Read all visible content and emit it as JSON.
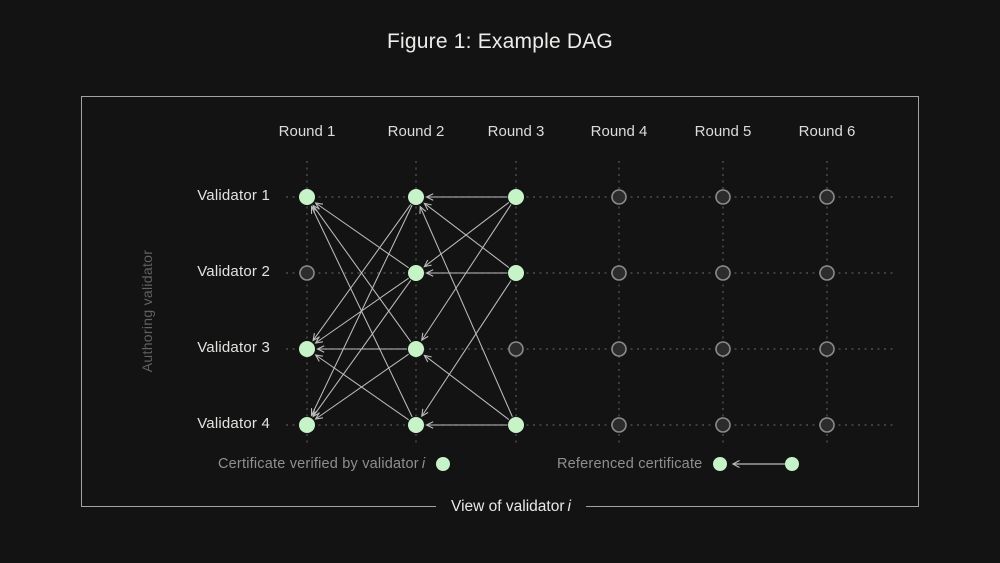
{
  "title": "Figure 1: Example DAG",
  "rounds": [
    "Round 1",
    "Round 2",
    "Round 3",
    "Round 4",
    "Round 5",
    "Round 6"
  ],
  "validators": [
    "Validator 1",
    "Validator 2",
    "Validator 3",
    "Validator 4"
  ],
  "axis": {
    "y_label": "Authoring validator",
    "x_label_prefix": "View of validator",
    "x_label_italic": "i"
  },
  "legend": {
    "verified_prefix": "Certificate verified by validator",
    "verified_italic": "i",
    "referenced_label": "Referenced certificate"
  },
  "colors": {
    "background": "#131313",
    "frame_border": "#a3a3a3",
    "verified_node": "#c7f3c9",
    "unverified_node_fill": "#2c2c2c",
    "unverified_node_stroke": "#8b8b8b",
    "edge": "#bcbcbc",
    "grid_dash": "#585858",
    "heading_text": "#ececea",
    "muted_text": "#8f8f8f",
    "axis_text": "#616161"
  },
  "chart_data": {
    "type": "dag",
    "round_count": 6,
    "validator_count": 4,
    "node_status_by_round": {
      "round1": [
        "verified",
        "unverified",
        "verified",
        "verified"
      ],
      "round2": [
        "verified",
        "verified",
        "verified",
        "verified"
      ],
      "round3": [
        "verified",
        "verified",
        "unverified",
        "verified"
      ],
      "round4": [
        "unverified",
        "unverified",
        "unverified",
        "unverified"
      ],
      "round5": [
        "unverified",
        "unverified",
        "unverified",
        "unverified"
      ],
      "round6": [
        "unverified",
        "unverified",
        "unverified",
        "unverified"
      ]
    },
    "edges_round_validator": [
      {
        "from": [
          2,
          1
        ],
        "to": [
          1,
          3
        ]
      },
      {
        "from": [
          2,
          1
        ],
        "to": [
          1,
          4
        ]
      },
      {
        "from": [
          2,
          2
        ],
        "to": [
          1,
          1
        ]
      },
      {
        "from": [
          2,
          2
        ],
        "to": [
          1,
          3
        ]
      },
      {
        "from": [
          2,
          2
        ],
        "to": [
          1,
          4
        ]
      },
      {
        "from": [
          2,
          3
        ],
        "to": [
          1,
          1
        ]
      },
      {
        "from": [
          2,
          3
        ],
        "to": [
          1,
          3
        ]
      },
      {
        "from": [
          2,
          3
        ],
        "to": [
          1,
          4
        ]
      },
      {
        "from": [
          2,
          4
        ],
        "to": [
          1,
          1
        ]
      },
      {
        "from": [
          2,
          4
        ],
        "to": [
          1,
          3
        ]
      },
      {
        "from": [
          3,
          1
        ],
        "to": [
          2,
          1
        ]
      },
      {
        "from": [
          3,
          1
        ],
        "to": [
          2,
          2
        ]
      },
      {
        "from": [
          3,
          1
        ],
        "to": [
          2,
          3
        ]
      },
      {
        "from": [
          3,
          2
        ],
        "to": [
          2,
          1
        ]
      },
      {
        "from": [
          3,
          2
        ],
        "to": [
          2,
          2
        ]
      },
      {
        "from": [
          3,
          2
        ],
        "to": [
          2,
          4
        ]
      },
      {
        "from": [
          3,
          4
        ],
        "to": [
          2,
          1
        ]
      },
      {
        "from": [
          3,
          4
        ],
        "to": [
          2,
          3
        ]
      },
      {
        "from": [
          3,
          4
        ],
        "to": [
          2,
          4
        ]
      }
    ]
  }
}
